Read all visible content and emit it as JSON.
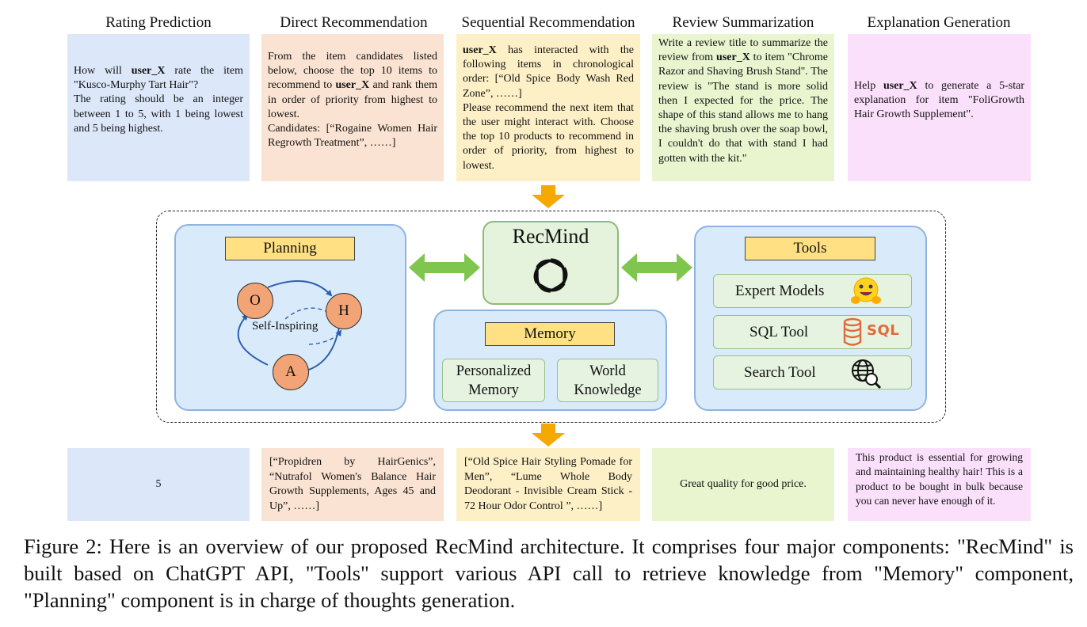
{
  "tasks": [
    {
      "title": "Rating Prediction",
      "input": {
        "p1": "How will ",
        "user": "user_X",
        "p2": " rate the item \"Kusco-Murphy Tart Hair\"?",
        "p3": "The rating should be an integer between 1 to 5, with 1 being lowest and 5 being highest."
      },
      "output": "5"
    },
    {
      "title": "Direct Recommendation",
      "input": {
        "p1": "From the item candidates listed below, choose the top 10 items to recommend to ",
        "user": "user_X",
        "p2": " and rank them in order of priority from highest to lowest.",
        "p3": "Candidates: [“Rogaine Women Hair Regrowth Treatment”, ……]"
      },
      "output": "[“Propidren by HairGenics”, “Nutrafol Women's Balance Hair Growth Supplements, Ages 45 and Up”, ……]"
    },
    {
      "title": "Sequential Recommendation",
      "input": {
        "p1": "",
        "user": "user_X",
        "p2": " has interacted with the following items in chronological order: [“Old Spice Body Wash Red Zone”, ……]",
        "p3": "Please recommend the next item that the user might interact with. Choose the top 10 products to recommend in order of priority, from highest to lowest."
      },
      "output": "[“Old Spice Hair Styling Pomade for Men”, “Lume Whole Body Deodorant - Invisible Cream Stick - 72 Hour Odor Control ”, ……]"
    },
    {
      "title": "Review Summarization",
      "input": {
        "p1": "Write a review title to summarize the review from ",
        "user": "user_X",
        "p2": " to item \"Chrome Razor and Shaving Brush Stand\". The review is \"The stand is more solid then I expected for the price. The shape of this stand allows me to hang the shaving brush over the soap bowl, I couldn't do that with stand I had gotten with the kit.\"",
        "p3": ""
      },
      "output": "Great quality for good price."
    },
    {
      "title": "Explanation Generation",
      "input": {
        "p1": "Help ",
        "user": "user_X",
        "p2": " to generate a 5-star explanation for item \"FoliGrowth Hair Growth Supplement\".",
        "p3": ""
      },
      "output": "This product is essential for growing and maintaining healthy hair! This is a product to be bought in bulk because you can never have enough of it."
    }
  ],
  "planning": {
    "title": "Planning",
    "nodes": {
      "o": "O",
      "h": "H",
      "a": "A"
    },
    "loop_label": "Self-Inspiring"
  },
  "recmind": {
    "title": "RecMind",
    "icon": "openai-logo-icon"
  },
  "memory": {
    "title": "Memory",
    "items": [
      "Personalized Memory",
      "World Knowledge"
    ]
  },
  "tools": {
    "title": "Tools",
    "items": [
      {
        "label": "Expert Models",
        "icon": "hugging-face-icon"
      },
      {
        "label": "SQL Tool",
        "icon": "sql-database-icon",
        "icon_text": "SQL"
      },
      {
        "label": "Search Tool",
        "icon": "globe-search-icon"
      }
    ]
  },
  "colors": {
    "arrow_orange": "#f5a800",
    "arrow_green": "#7ec64d",
    "header_yellow": "#ffe184",
    "panel_blue": "#d9ebfb"
  },
  "caption": "Figure 2: Here is an overview of our proposed RecMind architecture. It comprises four major components: \"RecMind\" is built based on ChatGPT API, \"Tools\" support various API call to retrieve knowledge from \"Memory\" component, \"Planning\" component is in charge of thoughts generation."
}
